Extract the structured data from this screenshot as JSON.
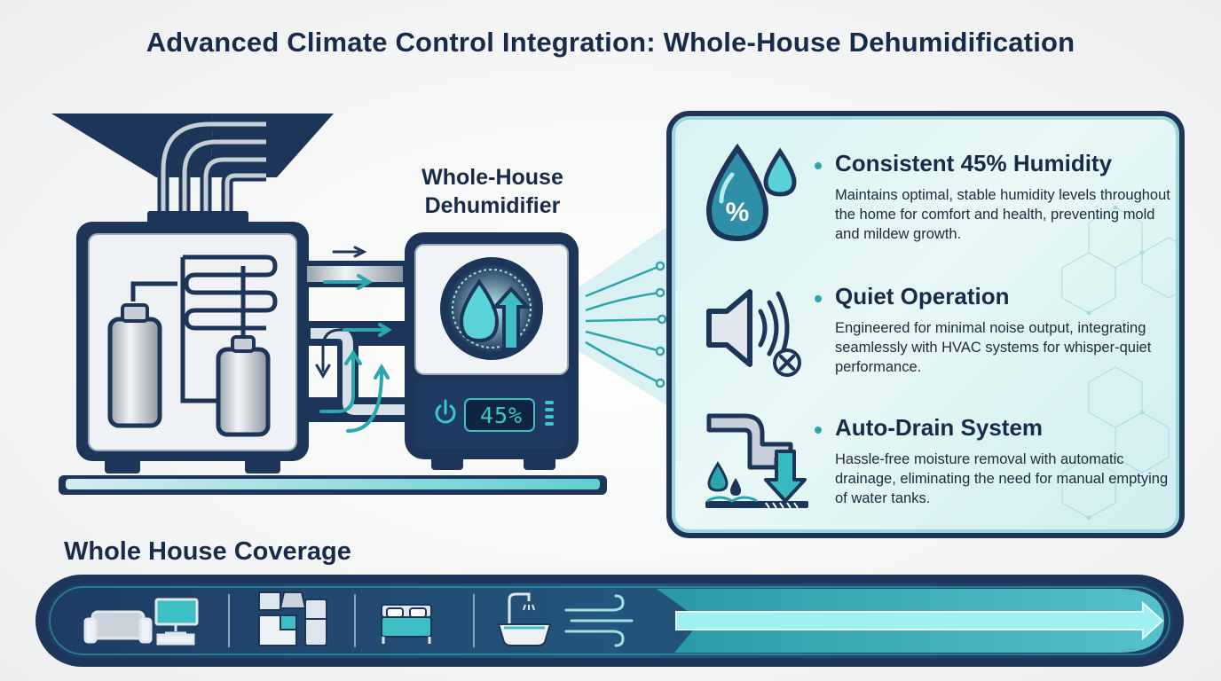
{
  "title": "Advanced Climate Control Integration: Whole-House Dehumidification",
  "dehumidifier": {
    "label_line1": "Whole-House",
    "label_line2": "Dehumidifier",
    "display": "45%"
  },
  "features": [
    {
      "icon": "humidity-drop-icon",
      "title": "Consistent 45% Humidity",
      "description": "Maintains optimal, stable humidity levels throughout the home for comfort and health, preventing mold and mildew growth."
    },
    {
      "icon": "muted-speaker-icon",
      "title": "Quiet Operation",
      "description": "Engineered for minimal noise output, integrating seamlessly with HVAC systems for whisper-quiet performance."
    },
    {
      "icon": "drain-pipe-icon",
      "title": "Auto-Drain System",
      "description": "Hassle-free moisture removal with automatic drainage, eliminating the need for manual emptying of water tanks."
    }
  ],
  "coverage": {
    "title": "Whole House Coverage",
    "rooms": [
      "living-room-icon",
      "kitchen-icon",
      "bedroom-icon",
      "bathroom-icon",
      "airflow-icon"
    ]
  },
  "colors": {
    "navy": "#1c3558",
    "teal": "#2aa7ac",
    "light_teal": "#7fdadd",
    "display": "#37c9cf"
  }
}
